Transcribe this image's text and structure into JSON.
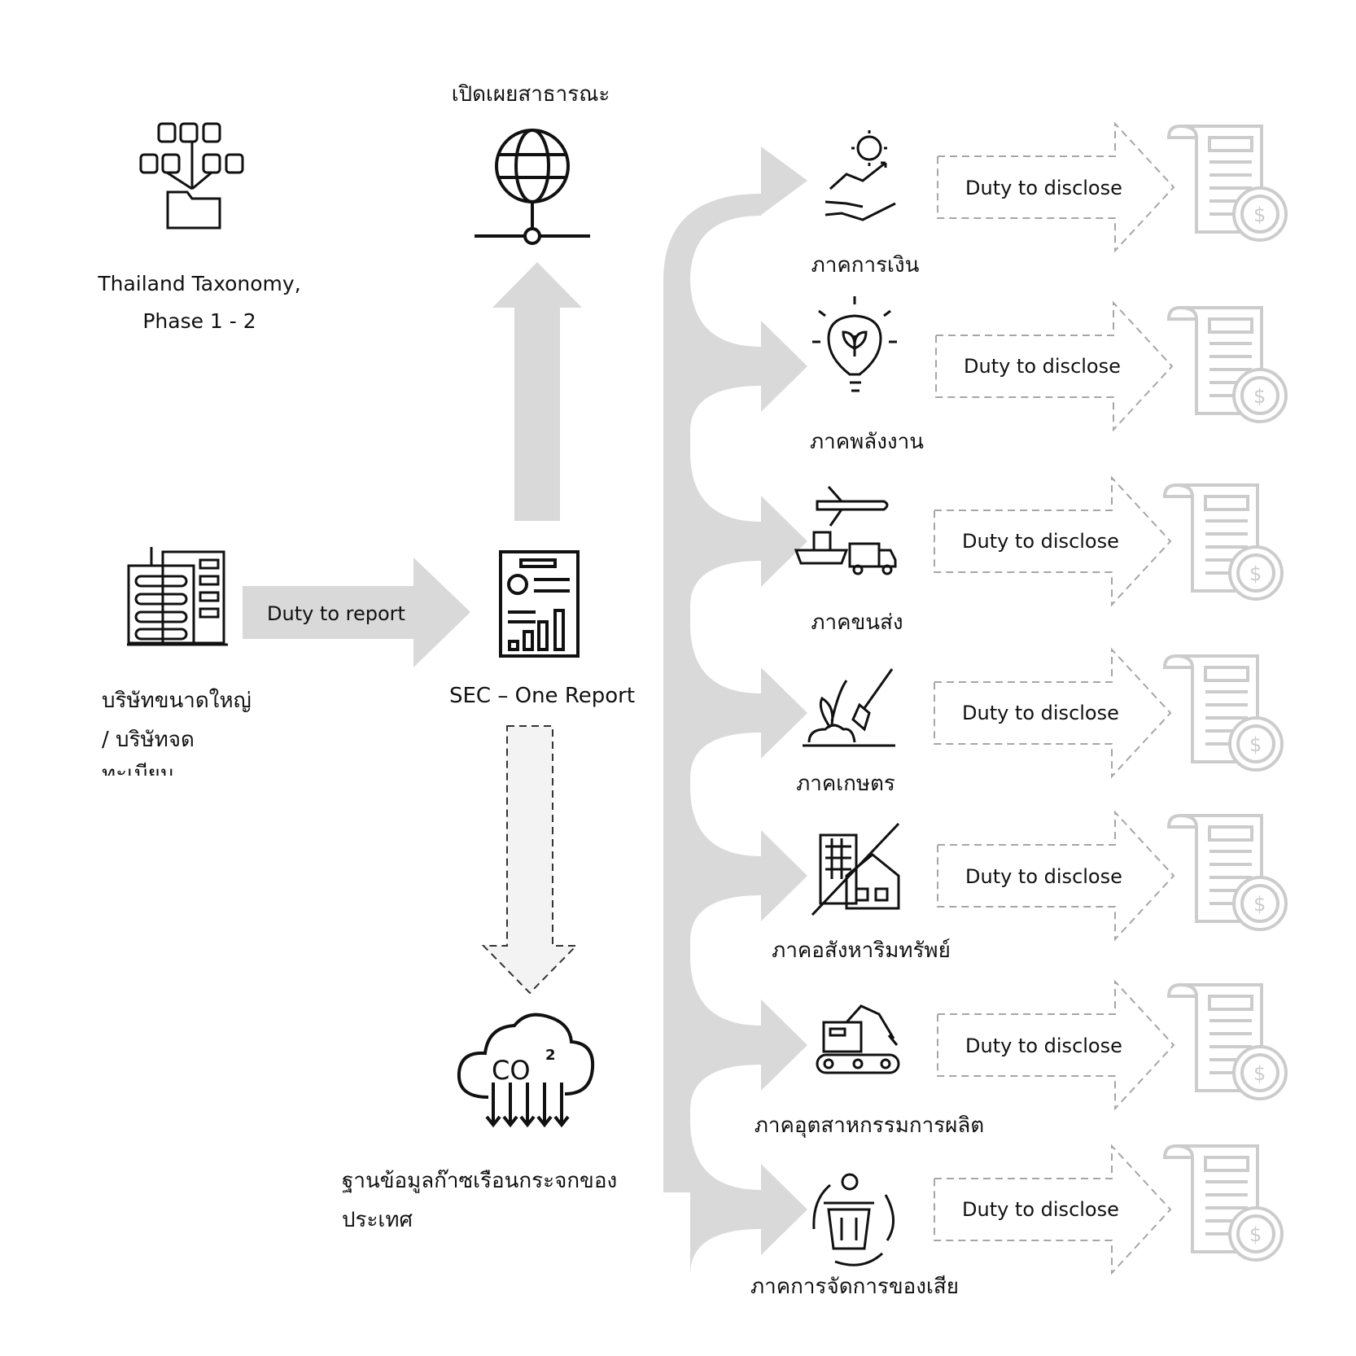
{
  "taxonomy": {
    "line1": "Thailand Taxonomy,",
    "line2": "Phase 1 - 2"
  },
  "public_disclosure": {
    "label": "เปิดเผยสาธารณะ"
  },
  "company": {
    "line1": "บริษัทขนาดใหญ่",
    "line2": "/ บริษัทจด",
    "line3": "ทะเบียน"
  },
  "duty_to_report": {
    "label": "Duty to report"
  },
  "sec_report": {
    "label": "SEC – One Report"
  },
  "ghg_database": {
    "line1": "ฐานข้อมูลก๊าซเรือนกระจกของ",
    "line2": "ประเทศ",
    "co2_text": "CO",
    "co2_sup": "2"
  },
  "sectors": [
    {
      "icon": "finance-icon",
      "name": "ภาคการเงิน",
      "duty": "Duty to disclose"
    },
    {
      "icon": "energy-icon",
      "name": "ภาคพลังงาน",
      "duty": "Duty to disclose"
    },
    {
      "icon": "transport-icon",
      "name": "ภาคขนส่ง",
      "duty": "Duty to disclose"
    },
    {
      "icon": "agriculture-icon",
      "name": "ภาคเกษตร",
      "duty": "Duty to disclose"
    },
    {
      "icon": "real-estate-icon",
      "name": "ภาคอสังหาริมทรัพย์",
      "duty": "Duty to disclose"
    },
    {
      "icon": "manufacturing-icon",
      "name": "ภาคอุตสาหกรรมการผลิต",
      "duty": "Duty to disclose"
    },
    {
      "icon": "waste-management-icon",
      "name": "ภาคการจัดการของเสีย",
      "duty": "Duty to disclose"
    }
  ],
  "colors": {
    "arrow_fill": "#d9d9d9",
    "dashed_stroke": "#a6a6a6",
    "icon_stroke": "#111111",
    "faded_icon": "#cccccc"
  }
}
